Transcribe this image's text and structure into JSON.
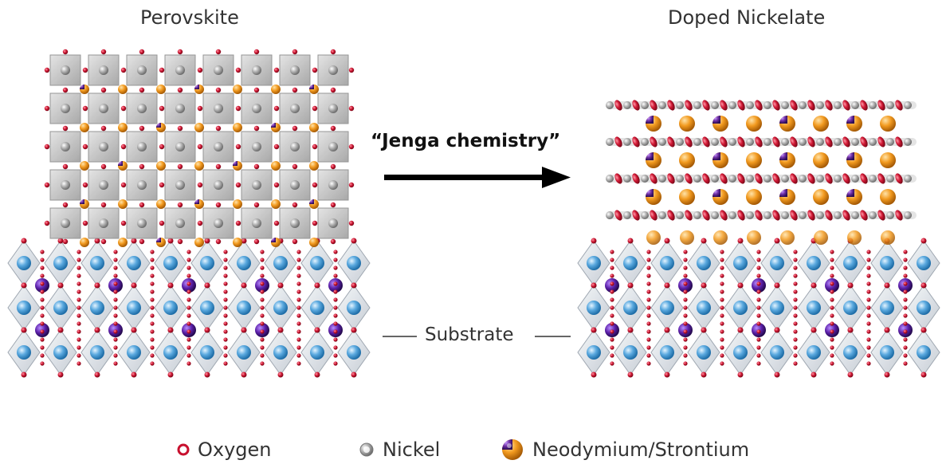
{
  "titles": {
    "left": "Perovskite",
    "right": "Doped Nickelate"
  },
  "arrow_label": "“Jenga chemistry”",
  "substrate_label": "Substrate",
  "legend": [
    {
      "label": "Oxygen",
      "icon": "oxygen-atom-icon"
    },
    {
      "label": "Nickel",
      "icon": "nickel-atom-icon"
    },
    {
      "label": "Neodymium/Strontium",
      "icon": "neodymium-strontium-atom-icon"
    }
  ],
  "colors": {
    "oxygen": "#c8102e",
    "nickel": "#9a9a9a",
    "octahedron": "#b8b8b8",
    "neodymium": "#f29a1f",
    "strontium": "#6a2ca0",
    "substrate_cation": "#5aa9df",
    "substrate_a_site": "#5b1fa8",
    "arrow": "#000000"
  }
}
